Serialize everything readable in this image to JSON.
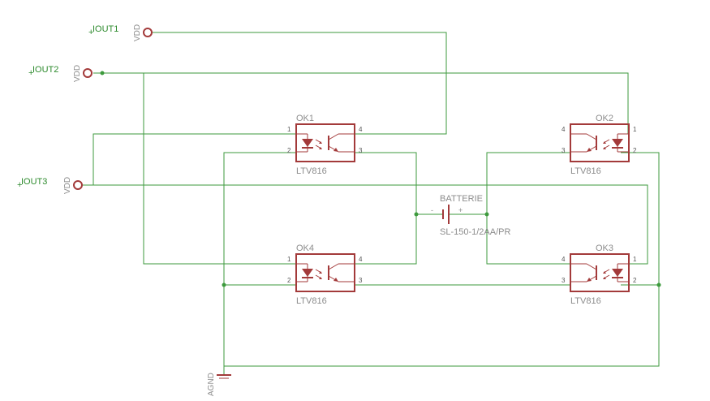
{
  "colors": {
    "wire": "#3d9a3d",
    "symbol": "#a33a3a",
    "label": "#8c8c8c",
    "net": "#2e8b2e"
  },
  "nets": {
    "iout1": "IOUT1",
    "iout2": "IOUT2",
    "iout3": "IOUT3"
  },
  "supply": {
    "vdd": "VDD",
    "agnd": "AGND"
  },
  "battery": {
    "name": "BATTERIE",
    "value": "SL-150-1/2AA/PR",
    "minus": "-",
    "plus": "+"
  },
  "parts": {
    "ok1": {
      "name": "OK1",
      "value": "LTV816"
    },
    "ok2": {
      "name": "OK2",
      "value": "LTV816"
    },
    "ok3": {
      "name": "OK3",
      "value": "LTV816"
    },
    "ok4": {
      "name": "OK4",
      "value": "LTV816"
    }
  },
  "pins": {
    "p1": "1",
    "p2": "2",
    "p3": "3",
    "p4": "4"
  }
}
